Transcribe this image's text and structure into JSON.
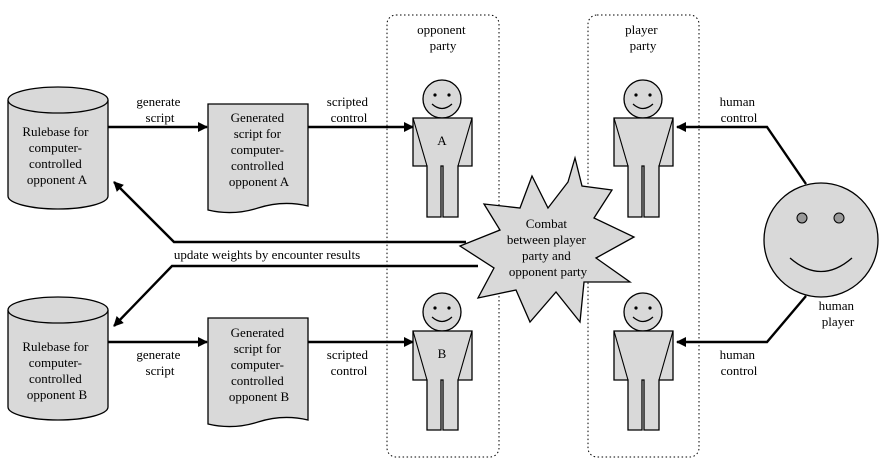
{
  "groups": {
    "opponent_party": [
      "opponent",
      "party"
    ],
    "player_party": [
      "player",
      "party"
    ]
  },
  "rulebase_a": [
    "Rulebase for",
    "computer-",
    "controlled",
    "opponent A"
  ],
  "rulebase_b": [
    "Rulebase for",
    "computer-",
    "controlled",
    "opponent B"
  ],
  "script_a": [
    "Generated",
    "script for",
    "computer-",
    "controlled",
    "opponent A"
  ],
  "script_b": [
    "Generated",
    "script for",
    "computer-",
    "controlled",
    "opponent B"
  ],
  "arrows": {
    "generate_script": [
      "generate",
      "script"
    ],
    "scripted_control": [
      "scripted",
      "control"
    ],
    "human_control": [
      "human",
      "control"
    ],
    "update_weights": "update weights by encounter results"
  },
  "opponents": {
    "a": "A",
    "b": "B"
  },
  "combat": [
    "Combat",
    "between player",
    "party and",
    "opponent party"
  ],
  "human_player": [
    "human",
    "player"
  ]
}
